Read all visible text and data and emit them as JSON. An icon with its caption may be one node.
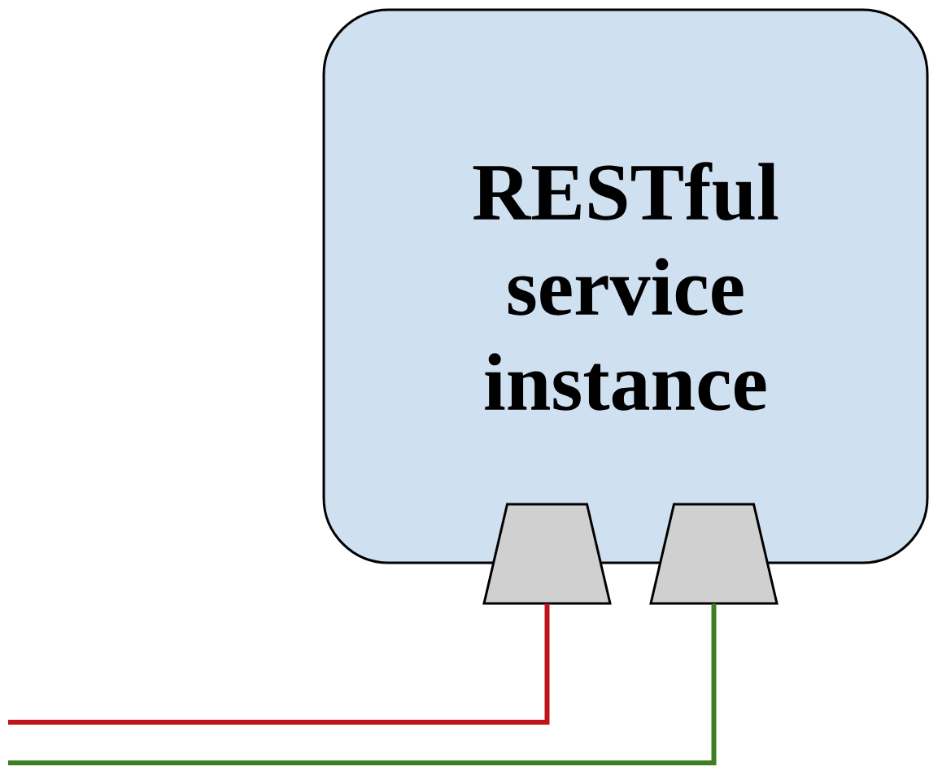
{
  "diagram": {
    "nodes": [
      {
        "text": [
          "RESTful service instance"
        ]
      },
      {
        "text": [],
        "shape": "trapezoid"
      },
      {
        "text": [],
        "shape": "trapezoid"
      }
    ],
    "edges": [
      {
        "from": null,
        "to": 1,
        "arrow": "none",
        "color": "#c0141c"
      },
      {
        "from": null,
        "to": 2,
        "arrow": "none",
        "color": "#3f7f24"
      }
    ]
  }
}
